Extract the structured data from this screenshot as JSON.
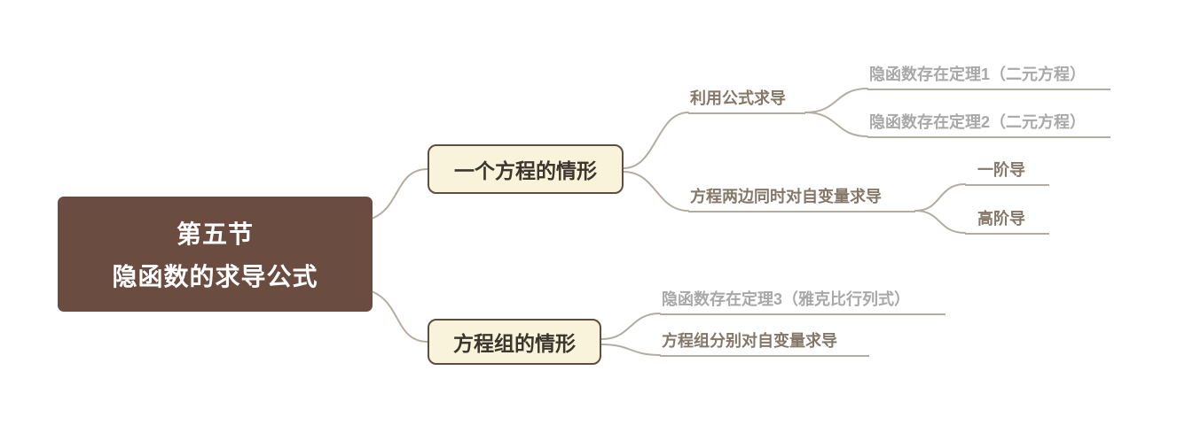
{
  "root": {
    "title_line1": "第五节",
    "title_line2": "隐函数的求导公式"
  },
  "branch1": {
    "label": "一个方程的情形",
    "child1": {
      "label": "利用公式求导",
      "leaf1": "隐函数存在定理1（二元方程）",
      "leaf2": "隐函数存在定理2（二元方程）"
    },
    "child2": {
      "label": "方程两边同时对自变量求导",
      "leaf1": "一阶导",
      "leaf2": "高阶导"
    }
  },
  "branch2": {
    "label": "方程组的情形",
    "leaf1": "隐函数存在定理3（雅克比行列式）",
    "leaf2": "方程组分别对自变量求导"
  },
  "colors": {
    "root_bg": "#6b4c41",
    "root_text": "#ffffff",
    "branch_bg": "#faf3dc",
    "branch_border": "#5c4f41",
    "branch_text": "#3d362e",
    "line": "#b3aca3",
    "subtopic_text": "#857768",
    "leaf_text": "#a8a8a8"
  }
}
